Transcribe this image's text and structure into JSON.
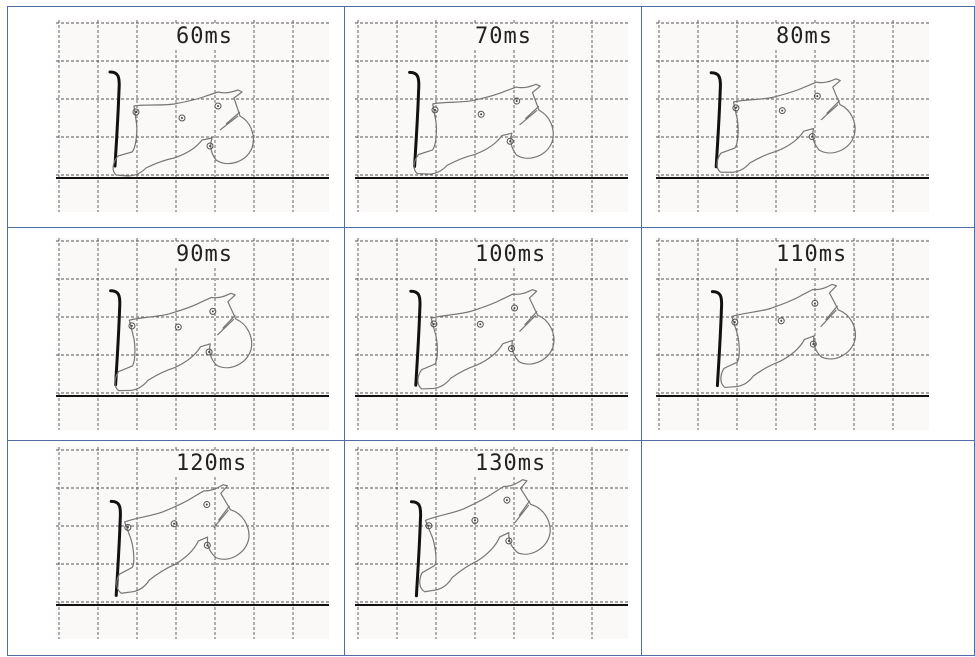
{
  "panels": [
    {
      "label": "60ms"
    },
    {
      "label": "70ms"
    },
    {
      "label": "80ms"
    },
    {
      "label": "90ms"
    },
    {
      "label": "100ms"
    },
    {
      "label": "110ms"
    },
    {
      "label": "120ms"
    },
    {
      "label": "130ms"
    }
  ],
  "icons": {
    "figure": "dummy-figure-icon",
    "seat": "seat-backrest-icon"
  }
}
